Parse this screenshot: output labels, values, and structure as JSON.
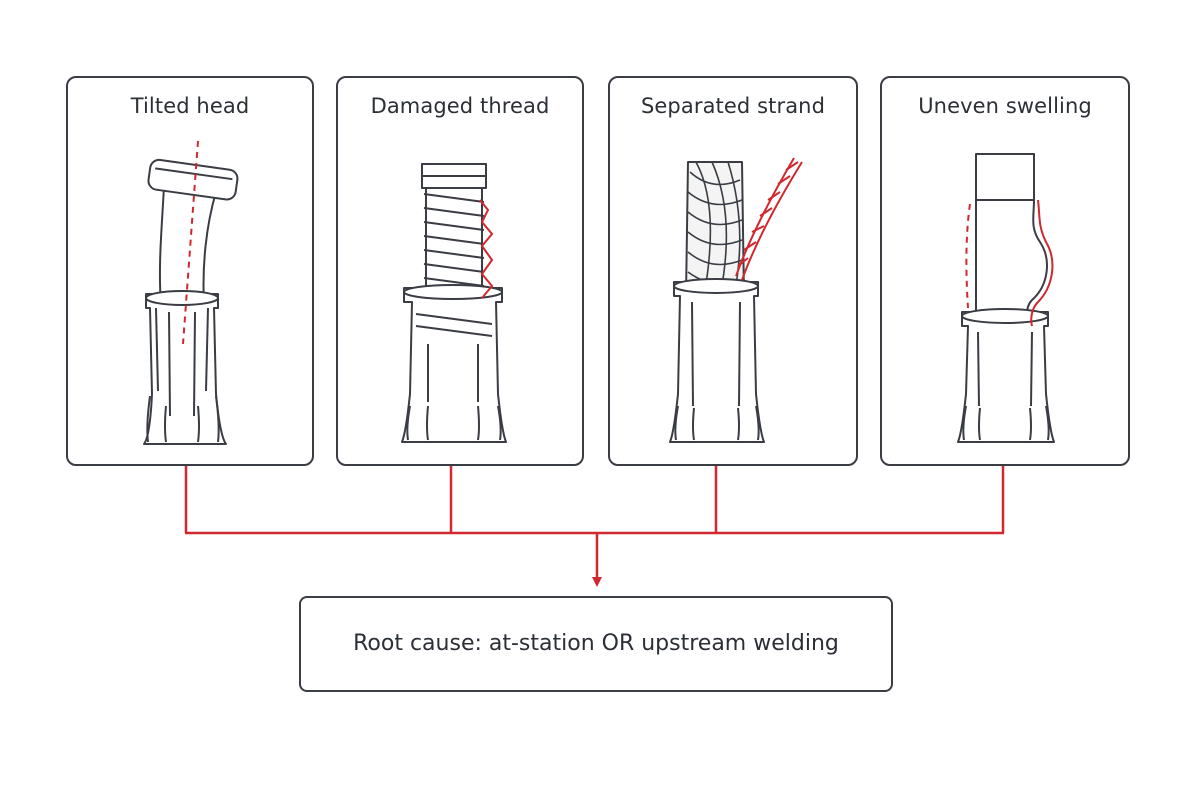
{
  "panels": [
    {
      "id": "tilted-head",
      "title": "Tilted head"
    },
    {
      "id": "damaged-thread",
      "title": "Damaged thread"
    },
    {
      "id": "separated-strand",
      "title": "Separated strand"
    },
    {
      "id": "uneven-swelling",
      "title": "Uneven swelling"
    }
  ],
  "root_cause": {
    "label": "Root cause: at-station OR upstream welding"
  },
  "colors": {
    "outline": "#3a3d44",
    "highlight": "#d0282e",
    "text": "#2b2f36"
  }
}
